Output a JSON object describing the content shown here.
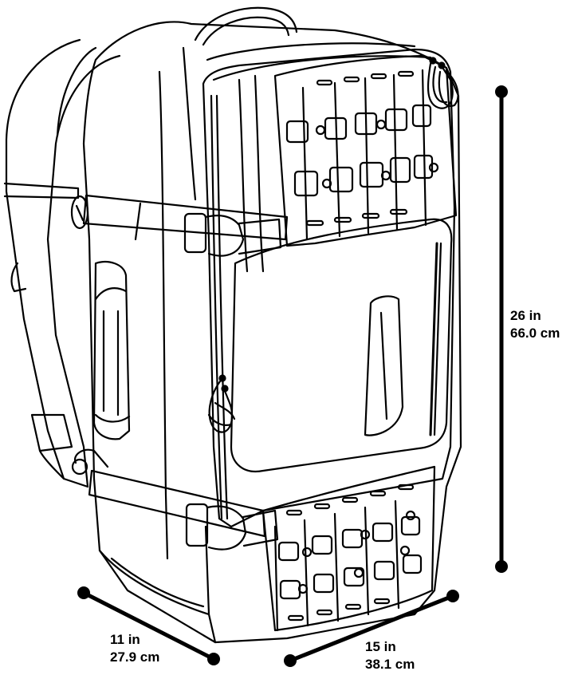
{
  "colors": {
    "line": "#000000",
    "background": "#ffffff"
  },
  "dimensions": {
    "height": {
      "imperial": "26 in",
      "metric": "66.0 cm"
    },
    "depth": {
      "imperial": "11 in",
      "metric": "27.9 cm"
    },
    "width": {
      "imperial": "15 in",
      "metric": "38.1 cm"
    }
  }
}
